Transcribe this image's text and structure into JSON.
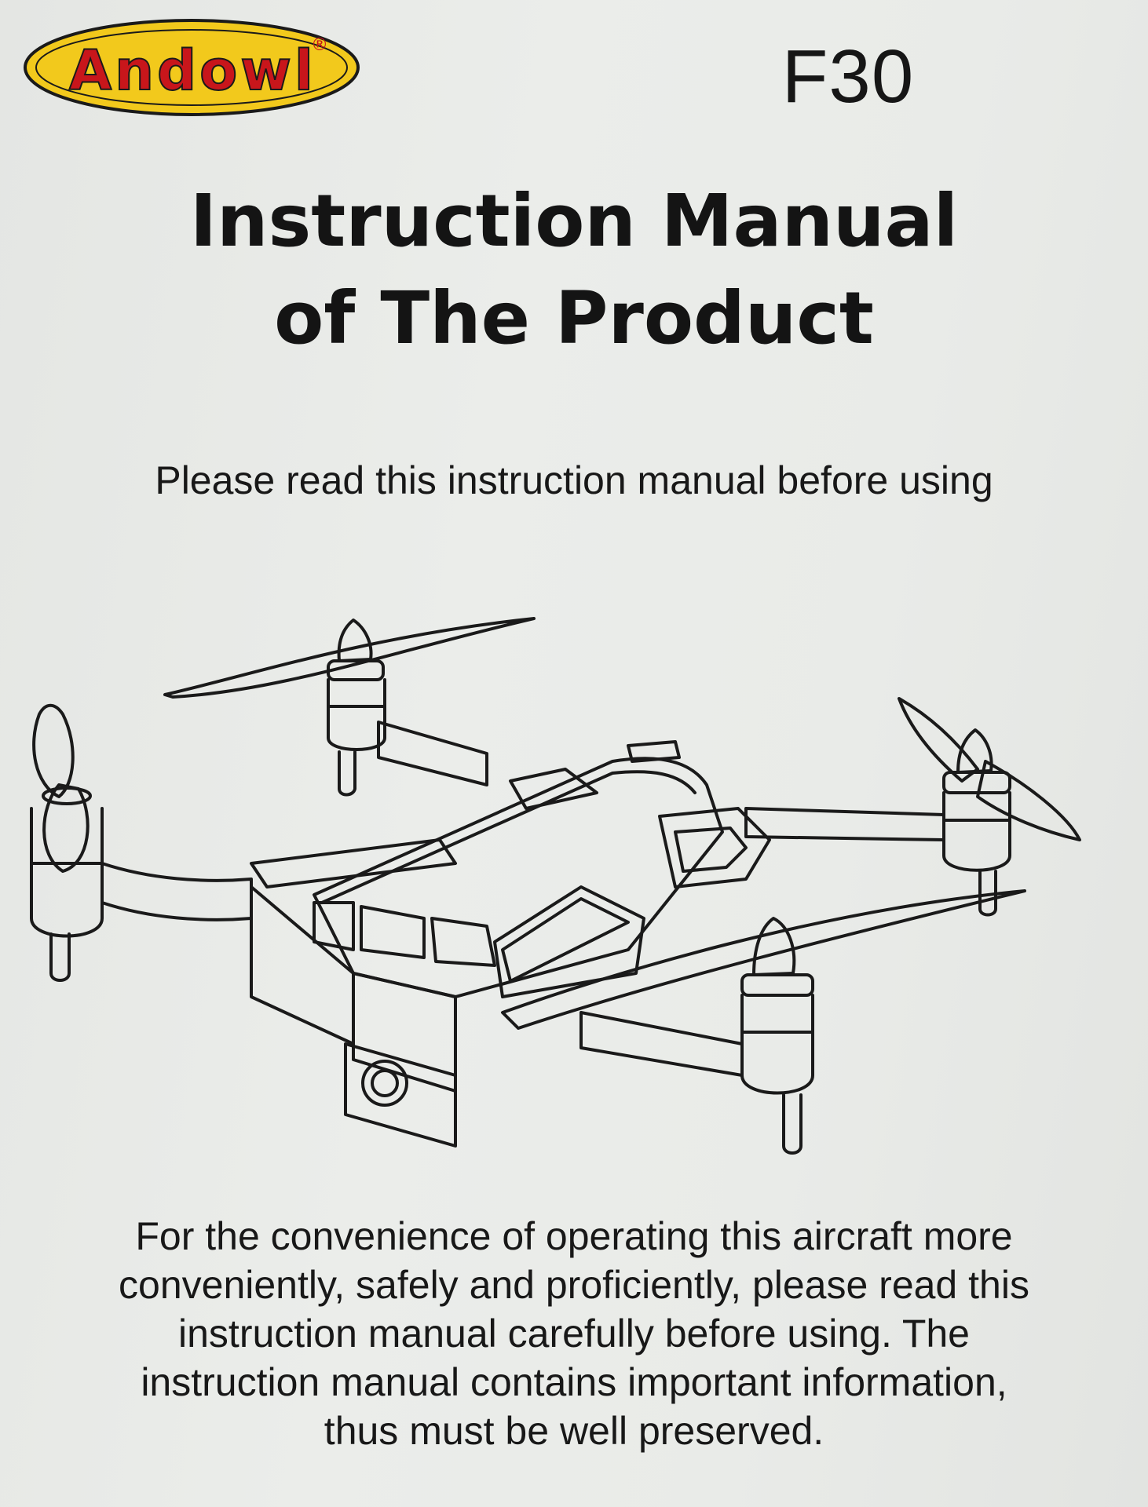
{
  "brand": {
    "logo_text": "Andowl",
    "registered_mark": "®",
    "colors": {
      "badge": "#f2c91c",
      "text": "#c8161b",
      "accent": "#1f8fd6"
    }
  },
  "model": "F30",
  "title": {
    "line1": "Instruction Manual",
    "line2": "of The Product"
  },
  "subtitle": "Please read this instruction manual before using",
  "illustration": {
    "icon": "drone-line-drawing-icon"
  },
  "notice": {
    "lines": [
      "For the convenience of operating this aircraft more",
      "conveniently, safely and proficiently, please read this",
      "instruction manual carefully before using. The",
      "instruction manual contains important information,",
      "thus must be well preserved."
    ]
  }
}
